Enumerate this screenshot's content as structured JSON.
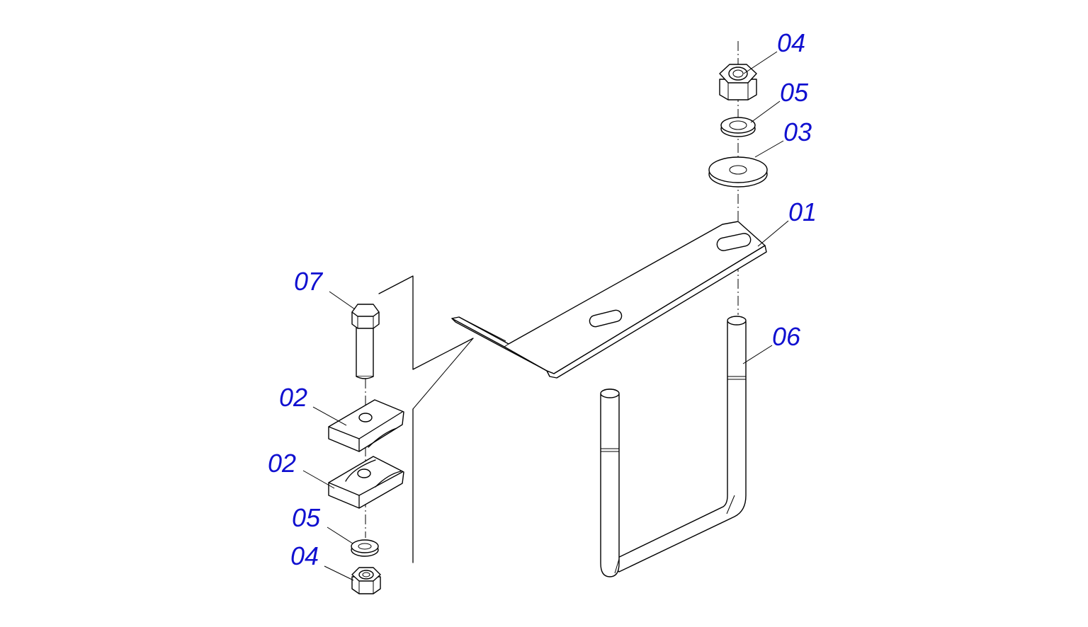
{
  "callouts": [
    {
      "id": "c-04-top",
      "label": "04"
    },
    {
      "id": "c-05-top",
      "label": "05"
    },
    {
      "id": "c-03",
      "label": "03"
    },
    {
      "id": "c-01",
      "label": "01"
    },
    {
      "id": "c-06",
      "label": "06"
    },
    {
      "id": "c-07",
      "label": "07"
    },
    {
      "id": "c-02-upper",
      "label": "02"
    },
    {
      "id": "c-02-lower",
      "label": "02"
    },
    {
      "id": "c-05-bottom",
      "label": "05"
    },
    {
      "id": "c-04-bottom",
      "label": "04"
    }
  ],
  "colors": {
    "callout": "#1010d0",
    "line": "#000000",
    "background": "#ffffff"
  }
}
